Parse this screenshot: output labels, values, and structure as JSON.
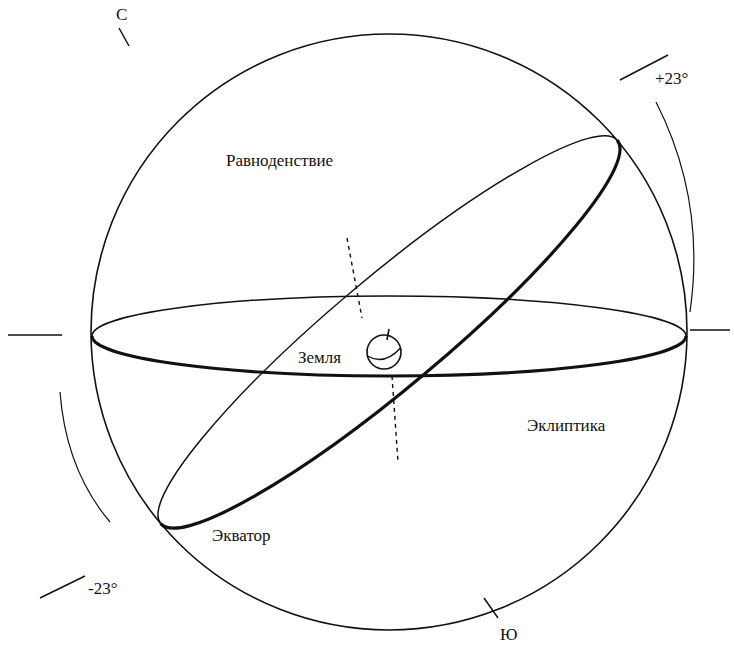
{
  "diagram": {
    "labels": [
      "С",
      "+23°",
      "Равноденствие",
      "Земля",
      "Эклиптика",
      "Экватор",
      "-23°",
      "Ю"
    ]
  }
}
